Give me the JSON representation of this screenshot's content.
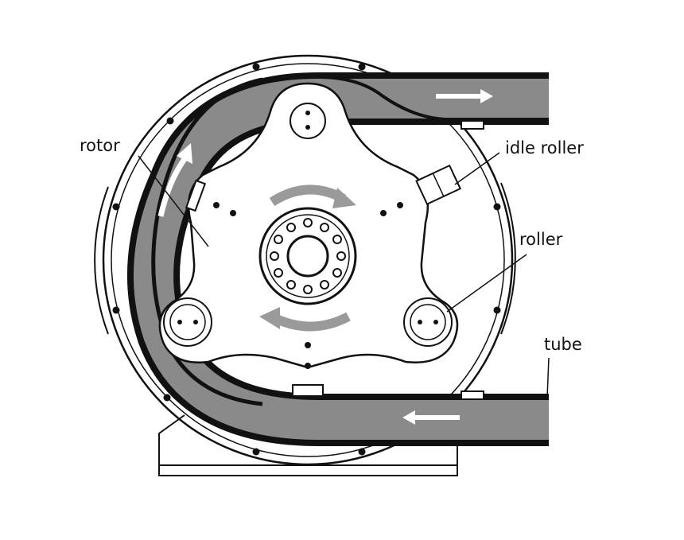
{
  "labels": {
    "rotor": "rotor",
    "idle_roller": "idle roller",
    "roller": "roller",
    "tube": "tube"
  },
  "colors": {
    "line": "#111111",
    "tube_fill": "#8a8a8a",
    "arrow_gray": "#9a9a9a",
    "background": "#ffffff"
  },
  "icons": {
    "outlet_arrow": "arrow-right-icon",
    "inlet_arrow": "arrow-left-icon",
    "rotation": "curved-arrow-icon"
  }
}
